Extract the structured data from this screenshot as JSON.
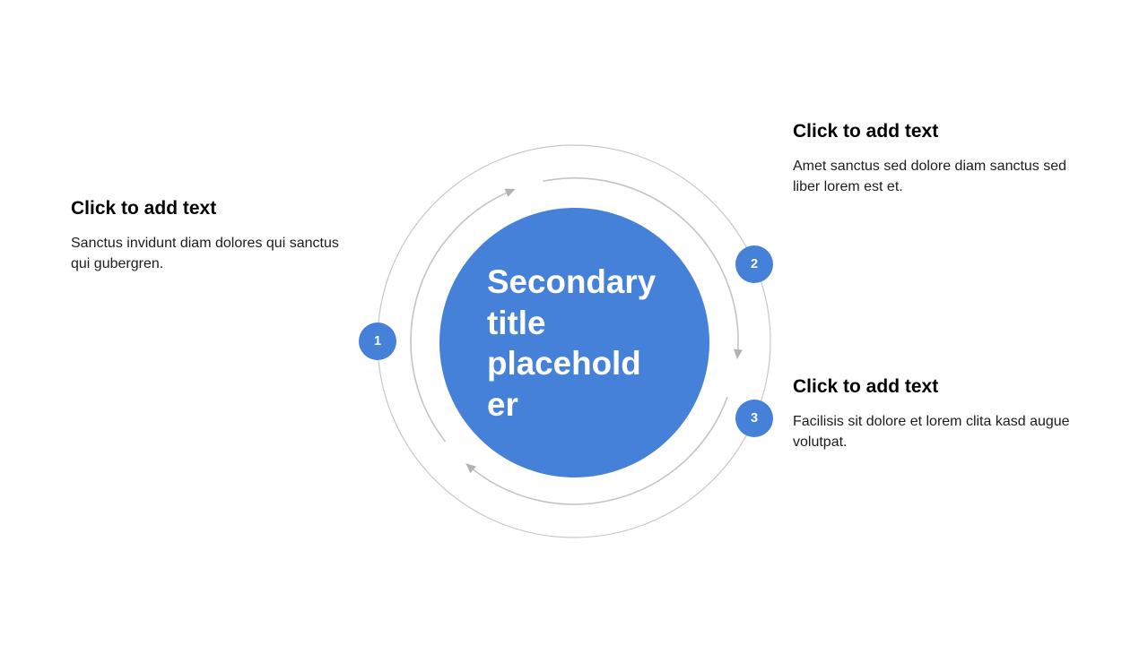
{
  "colors": {
    "accent": "#4580d9",
    "ring": "#c6c8ca",
    "arrow": "#c2c4c6",
    "arrowhead": "#b0b2b5",
    "heading_text": "#000000",
    "body_text": "#1d1d1d",
    "circle_text": "#ffffff",
    "background": "#ffffff"
  },
  "slide": {
    "center_shape": {
      "title": "Secondary title placeholder"
    },
    "diagram": {
      "type": "cycle",
      "direction": "clockwise",
      "arrow_count": 3
    },
    "placeholders": [
      {
        "number": "1",
        "heading": "Click to add text",
        "body": "Sanctus invidunt diam dolores qui sanctus qui gubergren."
      },
      {
        "number": "2",
        "heading": "Click to add text",
        "body": "Amet sanctus sed dolore diam sanctus sed liber lorem est et."
      },
      {
        "number": "3",
        "heading": "Click to add text",
        "body": "Facilisis sit dolore et lorem clita kasd augue volutpat."
      }
    ]
  }
}
